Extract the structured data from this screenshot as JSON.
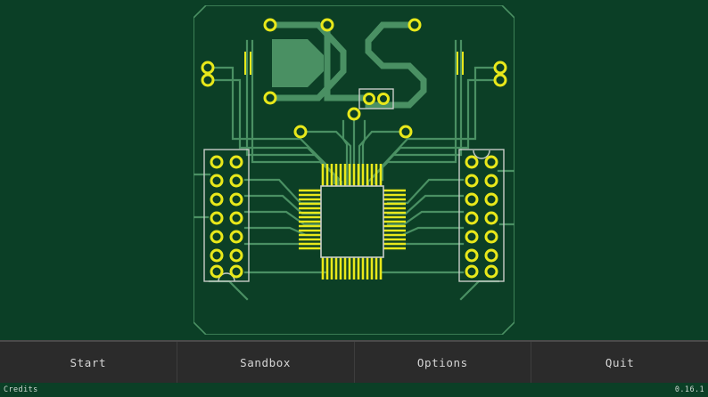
{
  "app": {
    "title": "DLS",
    "logo_letters": "DLS",
    "logo_alt": "printed-circuit-board logo spelling DLS"
  },
  "colors": {
    "background": "#0b3f26",
    "board_fill": "#0c3f26",
    "board_outline": "#4a9063",
    "trace": "#4a9063",
    "pad_yellow": "#e8e81a",
    "silkscreen": "#c8cdc8",
    "menu_bg": "#2b2b2b",
    "menu_border": "#4a4a4a",
    "menu_text": "#d6d6d6",
    "status_text": "#cfd9d2"
  },
  "menu": {
    "items": [
      {
        "id": "start",
        "label": "Start"
      },
      {
        "id": "sandbox",
        "label": "Sandbox"
      },
      {
        "id": "options",
        "label": "Options"
      },
      {
        "id": "quit",
        "label": "Quit"
      }
    ]
  },
  "status": {
    "credits_label": "Credits",
    "version": "0.16.1"
  },
  "board": {
    "chip": {
      "name": "central-qfp-chip",
      "pins_per_side": 14
    },
    "left_connector": {
      "name": "left-header",
      "columns": 2,
      "rows": 7,
      "notch": "bottom"
    },
    "right_connector": {
      "name": "right-header",
      "columns": 2,
      "rows": 7,
      "notch": "top"
    },
    "small_component": {
      "name": "two-pad-component",
      "pads": 2
    },
    "via_count": 12
  }
}
